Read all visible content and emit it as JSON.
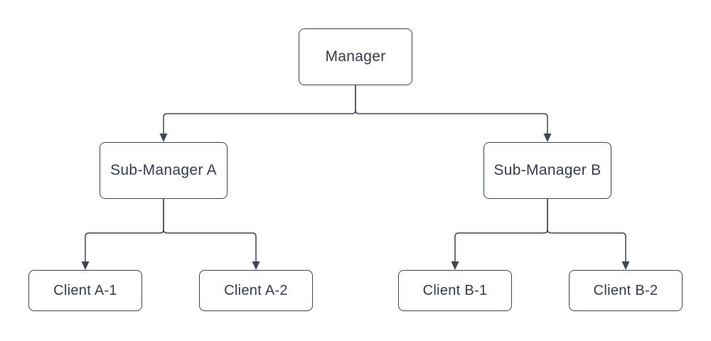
{
  "diagram": {
    "type": "org-chart-tree",
    "nodes": [
      {
        "id": "manager",
        "label": "Manager",
        "level": 1
      },
      {
        "id": "sub-a",
        "label": "Sub-Manager A",
        "level": 2
      },
      {
        "id": "sub-b",
        "label": "Sub-Manager B",
        "level": 2
      },
      {
        "id": "client-a1",
        "label": "Client A-1",
        "level": 3
      },
      {
        "id": "client-a2",
        "label": "Client A-2",
        "level": 3
      },
      {
        "id": "client-b1",
        "label": "Client B-1",
        "level": 3
      },
      {
        "id": "client-b2",
        "label": "Client B-2",
        "level": 3
      }
    ],
    "edges": [
      {
        "from": "manager",
        "to": "sub-a",
        "arrow": "filled-triangle"
      },
      {
        "from": "manager",
        "to": "sub-b",
        "arrow": "filled-triangle"
      },
      {
        "from": "sub-a",
        "to": "client-a1",
        "arrow": "filled-triangle"
      },
      {
        "from": "sub-a",
        "to": "client-a2",
        "arrow": "filled-triangle"
      },
      {
        "from": "sub-b",
        "to": "client-b1",
        "arrow": "filled-triangle"
      },
      {
        "from": "sub-b",
        "to": "client-b2",
        "arrow": "filled-triangle"
      }
    ],
    "colors": {
      "line": "#3d4655",
      "text": "#343c4b",
      "node_fill": "#ffffff",
      "background": "#ffffff"
    }
  }
}
